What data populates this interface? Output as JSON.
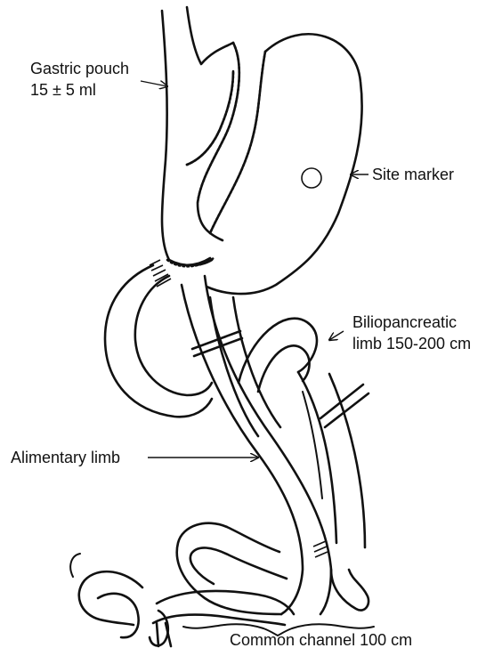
{
  "labels": {
    "gastric_pouch_line1": "Gastric pouch",
    "gastric_pouch_line2": "15 ± 5 ml",
    "site_marker": "Site marker",
    "biliopancreatic_line1": "Biliopancreatic",
    "biliopancreatic_line2": "limb 150-200 cm",
    "alimentary_limb": "Alimentary limb",
    "common_channel": "Common channel 100 cm"
  },
  "colors": {
    "ink": "#111111",
    "background": "#ffffff"
  }
}
